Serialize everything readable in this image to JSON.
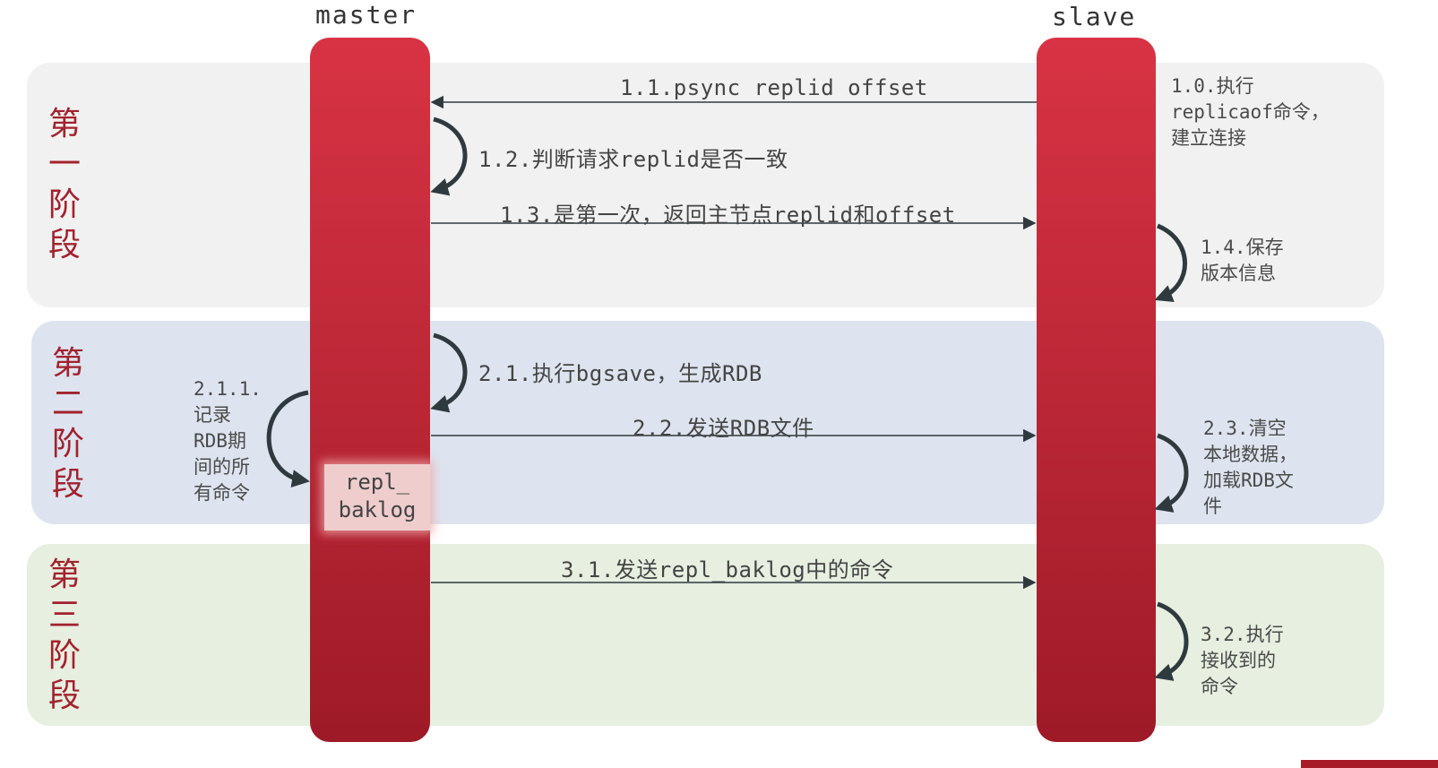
{
  "actors": {
    "master": "master",
    "slave": "slave"
  },
  "phases": [
    {
      "label": "第一阶段",
      "chars": [
        "第",
        "一",
        "阶",
        "段"
      ],
      "color": "#f1f1f1"
    },
    {
      "label": "第二阶段",
      "chars": [
        "第",
        "二",
        "阶",
        "段"
      ],
      "color": "#dde4ef"
    },
    {
      "label": "第三阶段",
      "chars": [
        "第",
        "三",
        "阶",
        "段"
      ],
      "color": "#e7efe0"
    }
  ],
  "messages": {
    "m1_1": "1.1.psync replid offset",
    "m1_2": "1.2.判断请求replid是否一致",
    "m1_3": "1.3.是第一次，返回主节点replid和offset",
    "m2_1": "2.1.执行bgsave，生成RDB",
    "m2_2": "2.2.发送RDB文件",
    "m3_1": "3.1.发送repl_baklog中的命令"
  },
  "notes": {
    "n1_0": "1.0.执行\nreplicaof命令，\n建立连接",
    "n1_4": "1.4.保存\n版本信息",
    "n2_1_1": "2.1.1.\n记录\nRDB期\n间的所\n有命令",
    "n2_3": "2.3.清空\n本地数据，\n加载RDB文\n件",
    "n3_2": "3.2.执行\n接收到的\n命令"
  },
  "buffer": "repl_\nbaklog",
  "colors": {
    "actor_red": "#b92635",
    "phase_text": "#a2222e",
    "arrow": "#2f3a3f"
  }
}
